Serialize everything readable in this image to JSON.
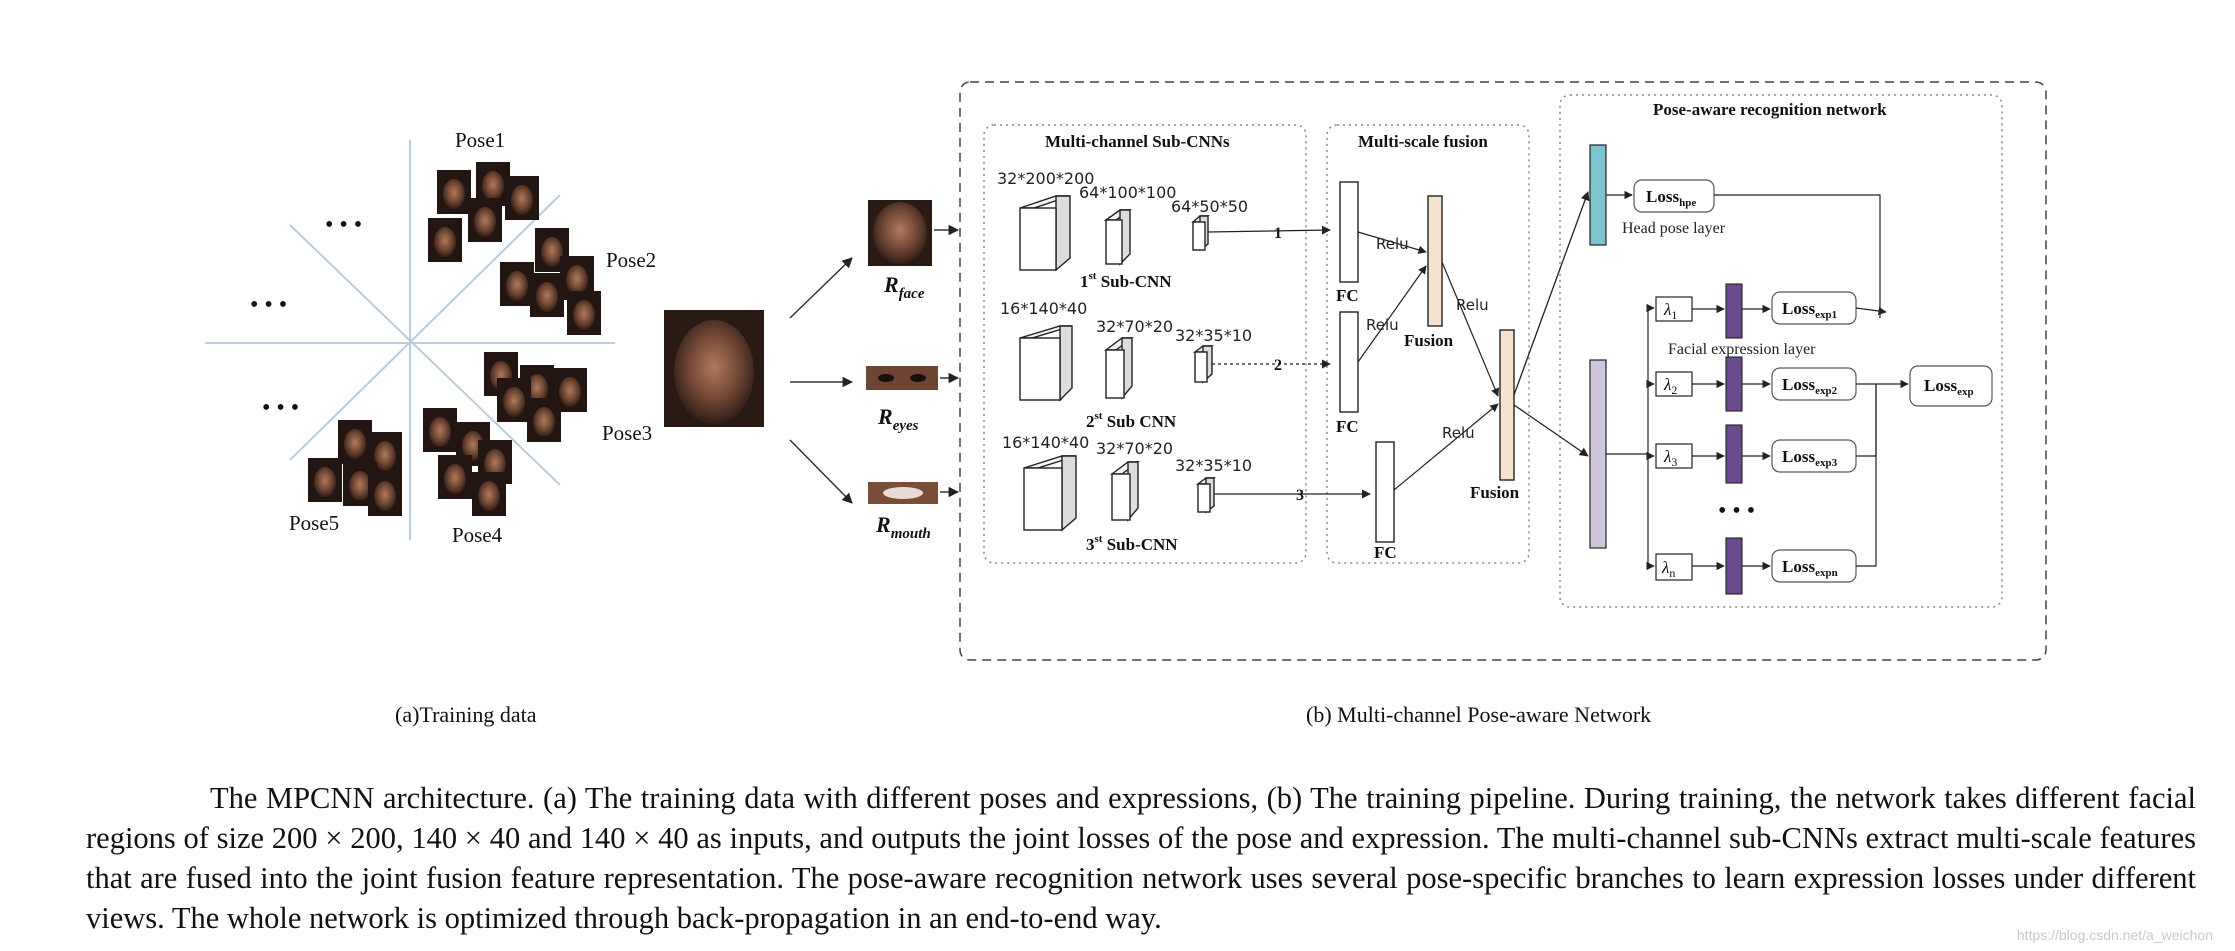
{
  "left_panel": {
    "poses": [
      "Pose1",
      "Pose2",
      "Pose3",
      "Pose4",
      "Pose5"
    ],
    "ellipsis": "• • •",
    "caption": "(a)Training data"
  },
  "regions": {
    "face": {
      "main": "R",
      "sub": "face"
    },
    "eyes": {
      "main": "R",
      "sub": "eyes"
    },
    "mouth": {
      "main": "R",
      "sub": "mouth"
    }
  },
  "right_panel": {
    "caption": "(b) Multi-channel Pose-aware Network",
    "subcnn_title": "Multi-channel Sub-CNNs",
    "fusion_title": "Multi-scale fusion",
    "recog_title": "Pose-aware recognition network",
    "sub1": {
      "dims": [
        "32*200*200",
        "64*100*100",
        "64*50*50"
      ],
      "ord": "1",
      "sup": "st",
      "name": " Sub-CNN",
      "out": "1"
    },
    "sub2": {
      "dims": [
        "16*140*40",
        "32*70*20",
        "32*35*10"
      ],
      "ord": "2",
      "sup": "st",
      "name": " Sub CNN",
      "out": "2"
    },
    "sub3": {
      "dims": [
        "16*140*40",
        "32*70*20",
        "32*35*10"
      ],
      "ord": "3",
      "sup": "st",
      "name": " Sub-CNN",
      "out": "3"
    },
    "fc": "FC",
    "relu": "Relu",
    "fusion": "Fusion",
    "head_pose_layer": "Head pose layer",
    "facial_expression_layer": "Facial expression layer",
    "loss": "Loss",
    "loss_hpe": "hpe",
    "loss_exp": "exp",
    "lambdas": [
      {
        "sym": "λ",
        "sub": "1",
        "loss_sub": "exp1"
      },
      {
        "sym": "λ",
        "sub": "2",
        "loss_sub": "exp2"
      },
      {
        "sym": "λ",
        "sub": "3",
        "loss_sub": "exp3"
      },
      {
        "sym": "λ",
        "sub": "n",
        "loss_sub": "expn"
      }
    ],
    "vdots": "• • •"
  },
  "caption_text": "The MPCNN architecture. (a) The training data with different poses and expressions, (b) The training pipeline. During training, the network takes different facial regions of size 200 × 200, 140 × 40 and 140 × 40 as inputs, and outputs the joint losses of the pose and expression. The multi-channel sub-CNNs extract multi-scale features that are fused into the joint fusion feature representation. The pose-aware recognition network uses several pose-specific branches to learn expression losses under different views. The whole network is optimized through back-propagation in an end-to-end way.",
  "watermark": "https://blog.csdn.net/a_weichon",
  "colors": {
    "axis": "#b8cde0",
    "head_pose": "#7cc4cf",
    "fusion": "#f5e3d0",
    "expression": "#6a4c8c",
    "shared": "#cfc6dc",
    "face": "#5a3a2a"
  }
}
